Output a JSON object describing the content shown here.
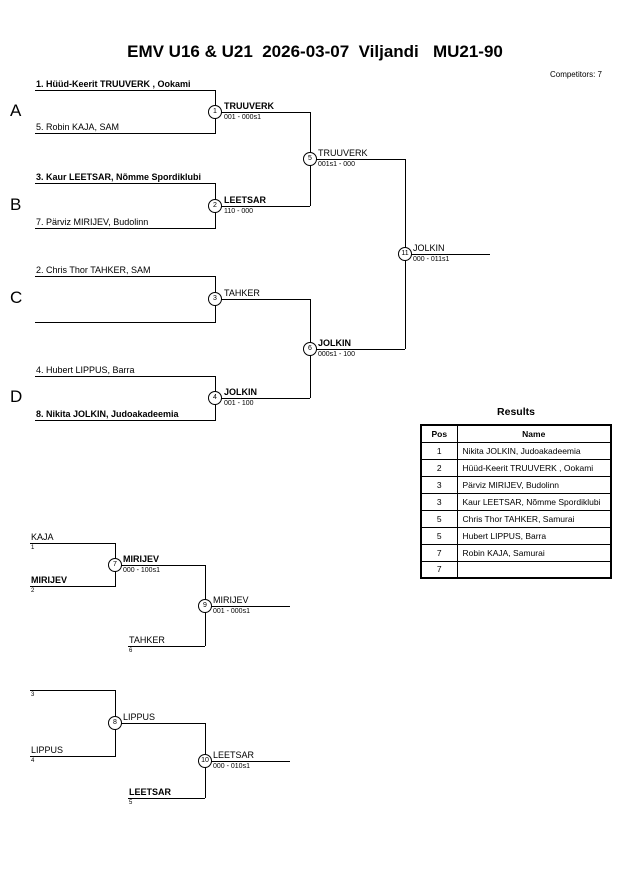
{
  "title": "EMV U16 & U21  2026-03-07  Viljandi   MU21-90",
  "competitors": "Competitors: 7",
  "pools": [
    {
      "letter": "A",
      "top": "1. Hüüd-Keerit TRUUVERK , Ookami",
      "bottom": "5. Robin KAJA, SAM"
    },
    {
      "letter": "B",
      "top": "3. Kaur LEETSAR, Nõmme Spordiklubi",
      "bottom": "7. Pärviz MIRIJEV, Budolinn"
    },
    {
      "letter": "C",
      "top": "2. Chris Thor TAHKER, SAM",
      "bottom": ""
    },
    {
      "letter": "D",
      "top": "4. Hubert LIPPUS, Barra",
      "bottom": "8. Nikita JOLKIN, Judoakadeemia"
    }
  ],
  "matches": {
    "m1": {
      "no": "1",
      "winner": "TRUUVERK",
      "score": "001 - 000s1"
    },
    "m2": {
      "no": "2",
      "winner": "LEETSAR",
      "score": "110 - 000"
    },
    "m3": {
      "no": "3",
      "winner": "TAHKER",
      "score": ""
    },
    "m4": {
      "no": "4",
      "winner": "JOLKIN",
      "score": "001 - 100"
    },
    "m5": {
      "no": "5",
      "winner": "TRUUVERK",
      "score": "001s1 - 000"
    },
    "m6": {
      "no": "6",
      "winner": "JOLKIN",
      "score": "000s1 - 100"
    },
    "m7": {
      "no": "7",
      "winner": "MIRIJEV",
      "score": "000 - 100s1"
    },
    "m8": {
      "no": "8",
      "winner": "LIPPUS",
      "score": ""
    },
    "m9": {
      "no": "9",
      "winner": "MIRIJEV",
      "score": "001 - 000s1"
    },
    "m10": {
      "no": "10",
      "winner": "LEETSAR",
      "score": "000 - 010s1"
    },
    "m11": {
      "no": "11",
      "winner": "JOLKIN",
      "score": "000 - 011s1"
    }
  },
  "repechage": {
    "r1": {
      "slot1": "KAJA",
      "seed1": "1",
      "slot2": "MIRIJEV",
      "seed2": "2",
      "slot3": "TAHKER",
      "seed3": "6"
    },
    "r2": {
      "slot1": "",
      "seed1": "3",
      "slot2": "LIPPUS",
      "seed2": "4",
      "slot3": "LEETSAR",
      "seed3": "5"
    }
  },
  "results": {
    "title": "Results",
    "col_pos": "Pos",
    "col_name": "Name",
    "rows": [
      {
        "pos": "1",
        "name": "Nikita JOLKIN, Judoakadeemia"
      },
      {
        "pos": "2",
        "name": "Hüüd-Keerit TRUUVERK , Ookami"
      },
      {
        "pos": "3",
        "name": "Pärviz MIRIJEV, Budolinn"
      },
      {
        "pos": "3",
        "name": "Kaur LEETSAR, Nõmme Spordiklubi"
      },
      {
        "pos": "5",
        "name": "Chris Thor TAHKER, Samurai"
      },
      {
        "pos": "5",
        "name": "Hubert LIPPUS, Barra"
      },
      {
        "pos": "7",
        "name": "Robin KAJA, Samurai"
      },
      {
        "pos": "7",
        "name": ""
      }
    ]
  }
}
